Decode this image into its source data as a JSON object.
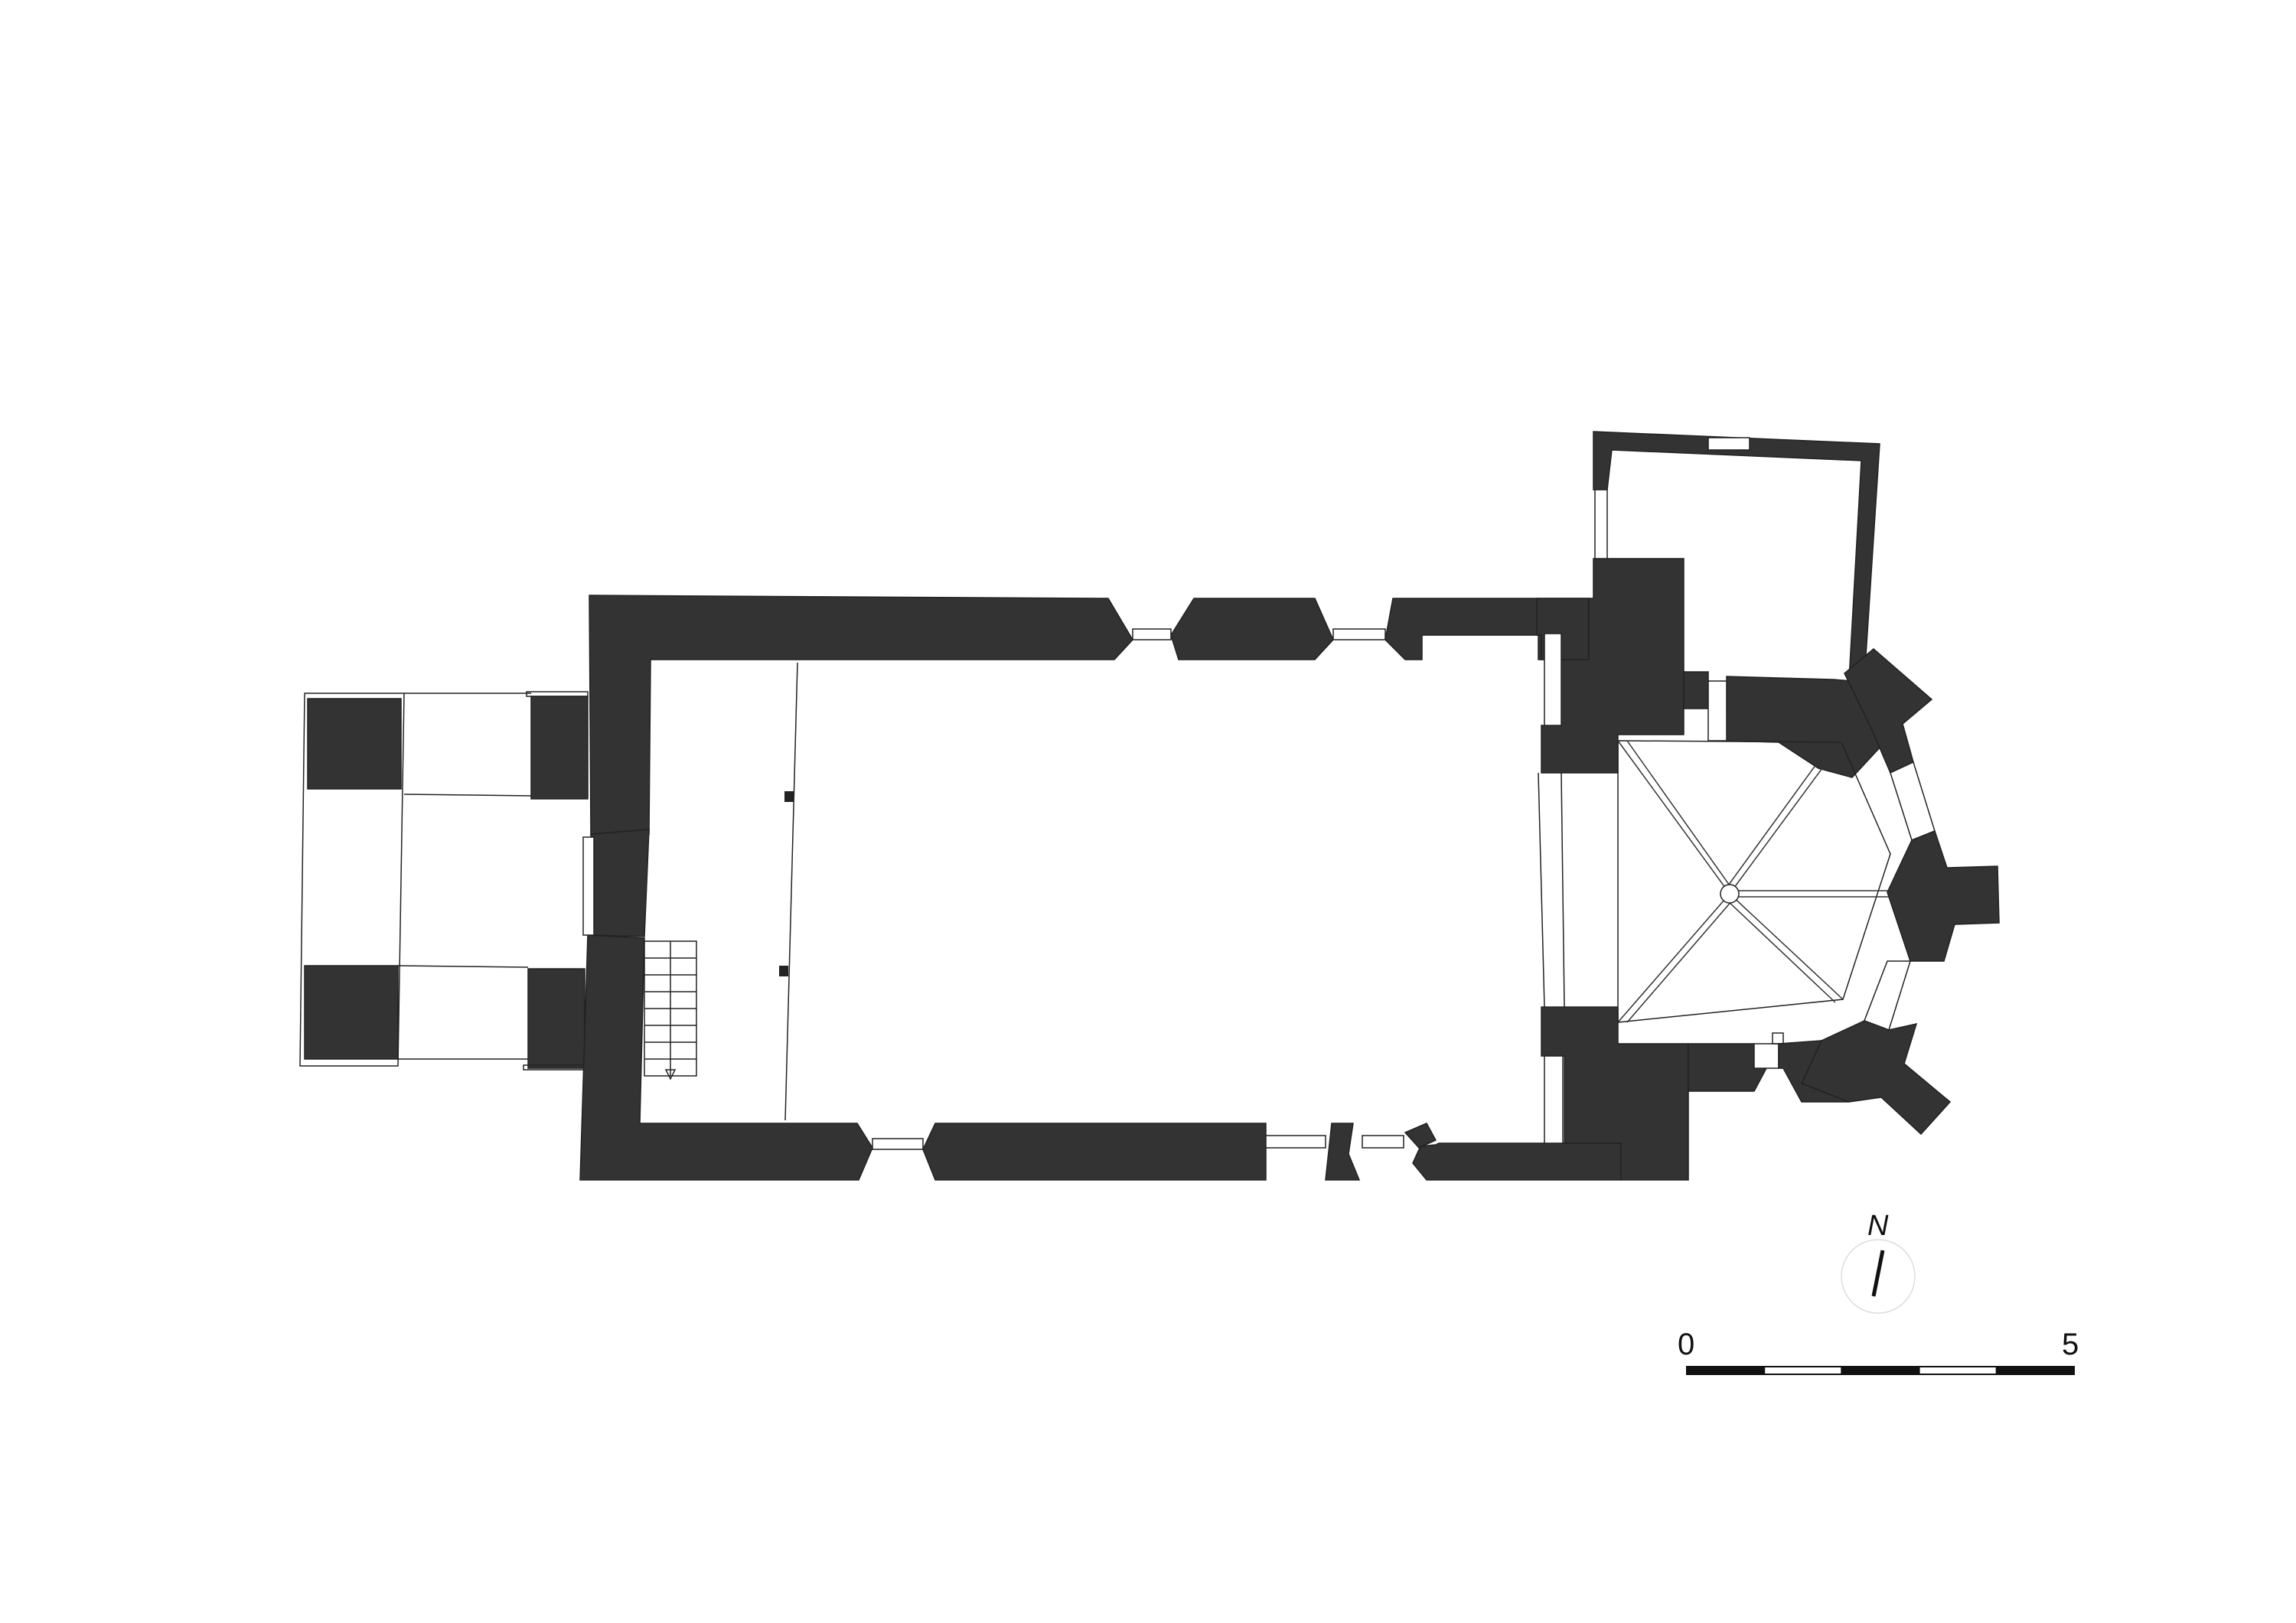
{
  "north_arrow": {
    "letter": "N"
  },
  "scale_bar": {
    "start_label": "0",
    "end_label": "5",
    "segments": 5
  }
}
